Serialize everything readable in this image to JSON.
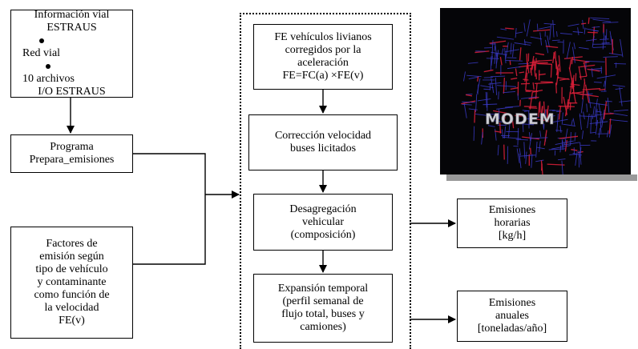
{
  "left_column": {
    "input_box": {
      "line1": "Información vial",
      "line2": "ESTRAUS",
      "bullets": [
        "Red vial",
        "10 archivos"
      ],
      "line5": "I/O ESTRAUS"
    },
    "program_box": {
      "lines": [
        "Programa",
        "Prepara_emisiones"
      ]
    },
    "factors_box": {
      "lines": [
        "Factores de",
        "emisión según",
        "tipo de vehículo",
        "y contaminante",
        "como función de",
        "la velocidad",
        "FE(v)"
      ]
    }
  },
  "center_column": {
    "step1": {
      "lines": [
        "FE vehículos livianos",
        "corregidos por la",
        "aceleración",
        "FE=FC(a) ×FE(v)"
      ]
    },
    "step2": {
      "lines": [
        "Corrección velocidad",
        "buses licitados"
      ]
    },
    "step3": {
      "lines": [
        "Desagregación",
        "vehicular",
        "(composición)"
      ]
    },
    "step4": {
      "lines": [
        "Expansión temporal",
        "(perfil semanal de",
        "flujo total, buses y",
        "camiones)"
      ]
    }
  },
  "right_column": {
    "output_hourly": {
      "lines": [
        "Emisiones",
        "horarias",
        "[kg/h]"
      ]
    },
    "output_annual": {
      "lines": [
        "Emisiones",
        "anuales",
        "[toneladas/año]"
      ]
    }
  },
  "map_image": {
    "logo_text": "MODEM"
  },
  "colors": {
    "map_bg": "#050508",
    "network_blue": "#3a3ac8",
    "network_red": "#e0203a"
  }
}
